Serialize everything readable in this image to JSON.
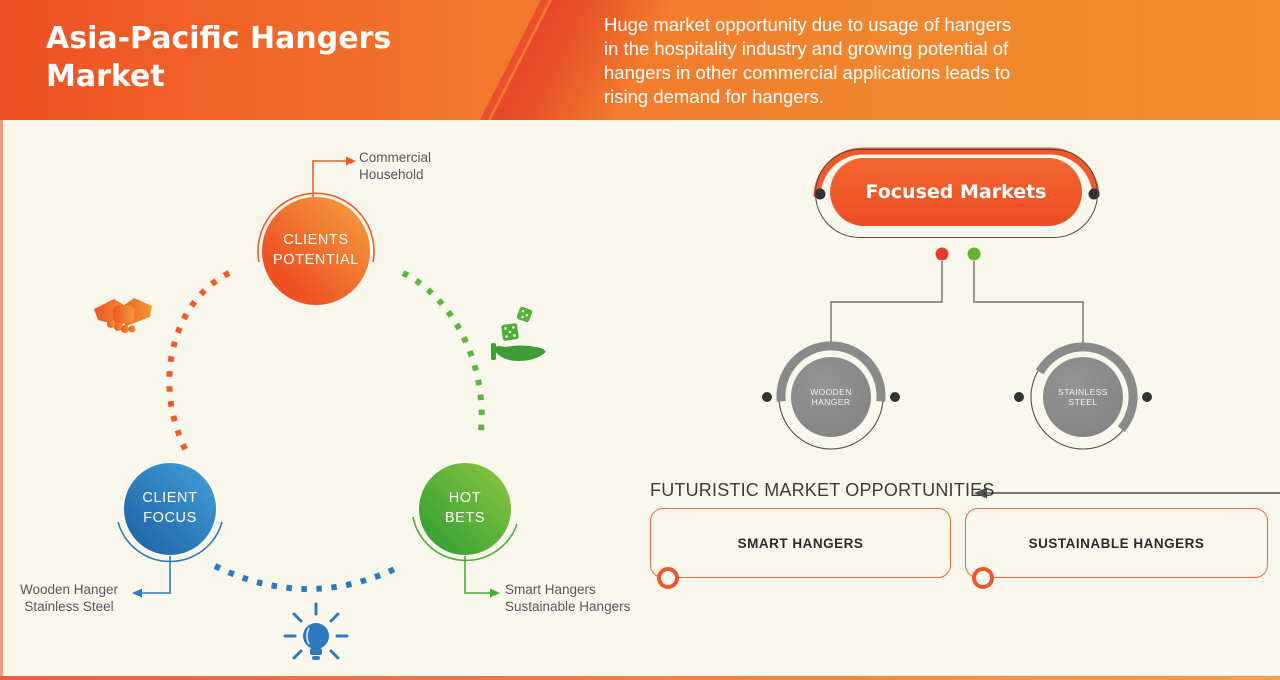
{
  "header": {
    "title": "Asia-Pacific Hangers\nMarket",
    "description": "Huge market opportunity due to usage of hangers\nin the hospitality industry and growing potential of\nhangers in other commercial applications leads to\nrising demand for hangers."
  },
  "cycle": {
    "nodes": [
      {
        "id": "clients-potential",
        "label": "CLIENTS\nPOTENTIAL",
        "callout": "Commercial\nHousehold",
        "color": "#F1582B"
      },
      {
        "id": "client-focus",
        "label": "CLIENT\nFOCUS",
        "callout": "Wooden Hanger\nStainless Steel",
        "color": "#2D7DBF"
      },
      {
        "id": "hot-bets",
        "label": "HOT\nBETS",
        "callout": "Smart Hangers\nSustainable Hangers",
        "color": "#5CB53C"
      }
    ],
    "icons": [
      {
        "name": "handshake-icon"
      },
      {
        "name": "dice-in-hand-icon"
      },
      {
        "name": "lightbulb-icon"
      }
    ]
  },
  "focused_markets": {
    "title": "Focused Markets",
    "branches": [
      {
        "label": "WOODEN HANGER",
        "dot_color": "#E63C2F"
      },
      {
        "label": "STAINLESS STEEL",
        "dot_color": "#66B32E"
      }
    ]
  },
  "futuristic": {
    "heading": "FUTURISTIC MARKET OPPORTUNITIES",
    "items": [
      {
        "label": "SMART HANGERS"
      },
      {
        "label": "SUSTAINABLE HANGERS"
      }
    ]
  },
  "palette": {
    "accent_orange": "#F1582B",
    "stripe_red": "#E7482B",
    "blue": "#2D7DBF",
    "green": "#5CB53C",
    "gray": "#8A8A8A",
    "red_dot": "#E63C2F",
    "green_dot": "#66B32E",
    "background_cream": "#FAF8EC"
  }
}
